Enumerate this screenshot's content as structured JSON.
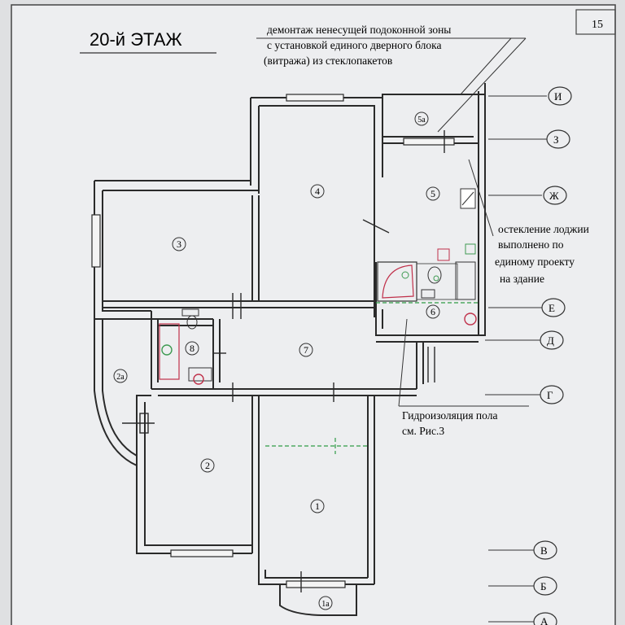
{
  "sheet": {
    "page_number": "15"
  },
  "floor_title": "20-й ЭТАЖ",
  "notes": {
    "top": [
      "демонтаж ненесущей подоконной зоны",
      "с установкой единого дверного блока",
      "(витража) из стеклопакетов"
    ],
    "loggia": [
      "остекление лоджии",
      "выполнено по",
      "единому проекту",
      "на здание"
    ],
    "floor": [
      "Гидроизоляция пола",
      "см. Рис.3"
    ]
  },
  "rooms": [
    "1",
    "1а",
    "2",
    "2а",
    "3",
    "4",
    "5",
    "5а",
    "6",
    "7",
    "8"
  ],
  "axes": [
    "И",
    "З",
    "Ж",
    "Е",
    "Д",
    "Г",
    "В",
    "Б",
    "А"
  ],
  "colors": {
    "wall": "#2a2a2a",
    "paper": "#ecedef",
    "toilet_green": "#3e9a52",
    "sink_red": "#c0304a",
    "cyan_fixture": "#4a8fb0",
    "dim_green": "#2f9a45"
  }
}
